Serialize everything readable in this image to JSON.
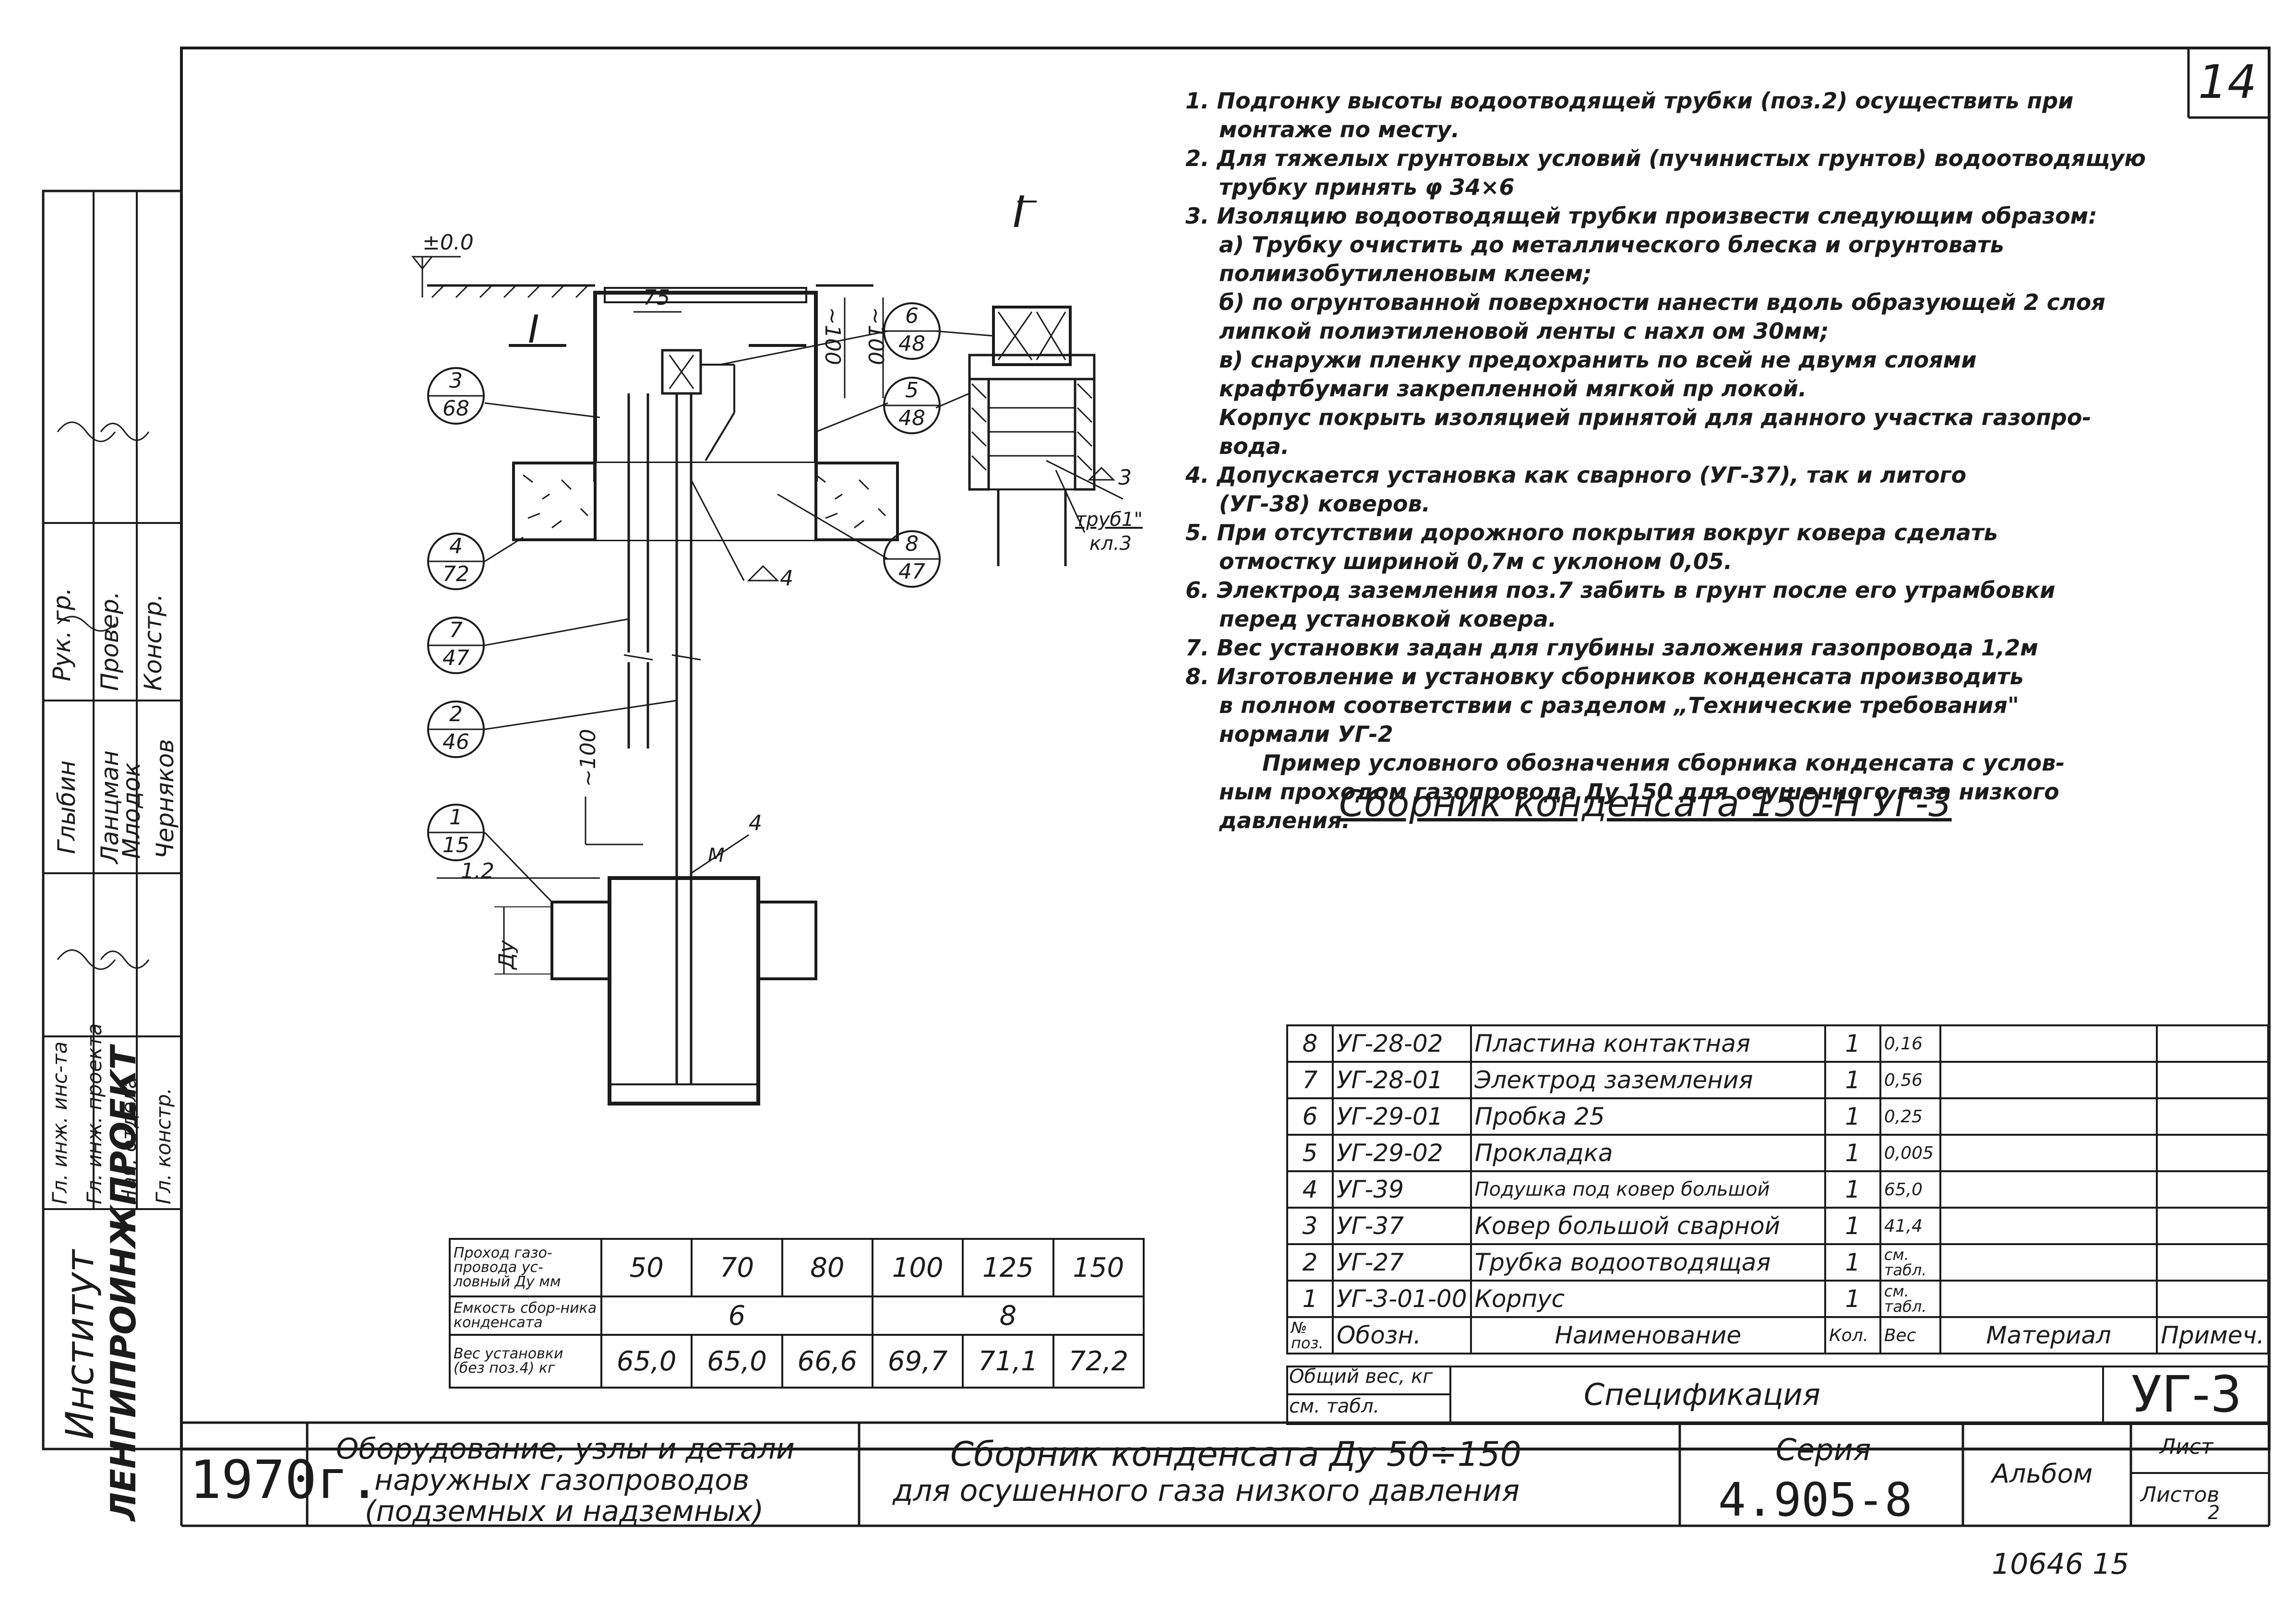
{
  "sheet_number": "14",
  "archive_number": "10646  15",
  "section_mark": "I",
  "cut_label": "I",
  "drawing_labels": {
    "level_top": "±0.0",
    "dim_75": "75",
    "dim_100_a": "~100",
    "dim_100_b": "~100",
    "dim_100_c": "~100",
    "level_gas": "1.2",
    "dn": "Ду",
    "weld_4_a": "4",
    "weld_4_b": "4",
    "weld_3": "3",
    "pipe_note": "труб1\"",
    "pipe_note_2": "кл.3",
    "mark_m": "М"
  },
  "callouts": [
    {
      "num": "3",
      "den": "68"
    },
    {
      "num": "4",
      "den": "72"
    },
    {
      "num": "7",
      "den": "47"
    },
    {
      "num": "2",
      "den": "46"
    },
    {
      "num": "1",
      "den": "15"
    },
    {
      "num": "6",
      "den": "48"
    },
    {
      "num": "5",
      "den": "48"
    },
    {
      "num": "8",
      "den": "47"
    }
  ],
  "notes": [
    "1. Подгонку высоты водоотводящей трубки (поз.2) осуществить при",
    "монтаже по месту.",
    "2. Для тяжелых грунтовых условий (пучинистых грунтов) водоотводящую",
    "трубку принять φ 34×6",
    "3. Изоляцию водоотводящей трубки произвести следующим образом:",
    "а) Трубку очистить до металлического блеска и огрунтовать",
    "полиизобутиленовым клеем;",
    "б) по огрунтованной поверхности нанести вдоль образующей 2 слоя",
    "липкой полиэтиленовой ленты с нахл  ом 30мм;",
    "в) снаружи пленку предохранить по всей    не двумя слоями",
    "крафтбумаги закрепленной мягкой пр  локой.",
    "Корпус покрыть изоляцией принятой для данного участка газопро-",
    "вода.",
    "4. Допускается  установка как сварного (УГ-37), так и литого",
    "(УГ-38) коверов.",
    "5. При отсутствии дорожного покрытия вокруг ковера сделать",
    "отмостку шириной 0,7м с уклоном 0,05.",
    "6. Электрод заземления поз.7 забить в грунт после его утрамбовки",
    "перед установкой ковера.",
    "7. Вес установки задан для глубины заложения газопровода 1,2м",
    "8. Изготовление и установку сборников конденсата производить",
    "в полном соответствии с разделом „Технические требования\"",
    "нормали УГ-2",
    "Пример условного обозначения сборника конденсата с услов-",
    "ным проходом газопровода Ду 150 для осушенного газа низкого",
    "давления."
  ],
  "designation_example": "Сборник конденсата 150-Н УГ-3",
  "capacity_table": {
    "row1_label": "Проход газо-провода ус-ловный Ду мм",
    "row2_label": "Емкость сбор-ника конденсата",
    "row3_label": "Вес установки (без поз.4) кг",
    "diameters": [
      "50",
      "70",
      "80",
      "100",
      "125",
      "150"
    ],
    "capacity": [
      "6",
      "8"
    ],
    "weights": [
      "65,0",
      "65,0",
      "66,6",
      "69,7",
      "71,1",
      "72,2"
    ]
  },
  "spec": {
    "rows": [
      {
        "pos": "8",
        "code": "УГ-28-02",
        "name": "Пластина контактная",
        "qty": "1",
        "weight": "0,16"
      },
      {
        "pos": "7",
        "code": "УГ-28-01",
        "name": "Электрод заземления",
        "qty": "1",
        "weight": "0,56"
      },
      {
        "pos": "6",
        "code": "УГ-29-01",
        "name": "Пробка 25",
        "qty": "1",
        "weight": "0,25"
      },
      {
        "pos": "5",
        "code": "УГ-29-02",
        "name": "Прокладка",
        "qty": "1",
        "weight": "0,005"
      },
      {
        "pos": "4",
        "code": "УГ-39",
        "name": "Подушка под ковер большой",
        "qty": "1",
        "weight": "65,0"
      },
      {
        "pos": "3",
        "code": "УГ-37",
        "name": "Ковер большой сварной",
        "qty": "1",
        "weight": "41,4"
      },
      {
        "pos": "2",
        "code": "УГ-27",
        "name": "Трубка водоотводящая",
        "qty": "1",
        "weight": "см. табл."
      },
      {
        "pos": "1",
        "code": "УГ-3-01-00",
        "name": "Корпус",
        "qty": "1",
        "weight": "см. табл."
      }
    ],
    "header": {
      "pos": "№ поз.",
      "code": "Обозн.",
      "name": "Наименование",
      "qty": "Кол.",
      "weight": "Вес",
      "material": "Материал",
      "note": "Примеч."
    },
    "total_label": "Общий вес, кг",
    "total_value": "см. табл.",
    "title": "Спецификация",
    "code": "УГ-3"
  },
  "title_block": {
    "year": "1970г.",
    "equipment_line1": "Оборудование, узлы и детали",
    "equipment_line2": "наружных газопроводов",
    "equipment_line3": "(подземных и надземных)",
    "title_line1": "Сборник конденсата Ду 50÷150",
    "title_line2": "для осушенного газа низкого давления",
    "series_label": "Серия",
    "series_value": "4.905-8",
    "album_label": "Альбом",
    "sheet_label": "Лист",
    "sheets_label": "Листов",
    "sheets_value": "2"
  },
  "stamp": {
    "institute_label": "Институт",
    "institute_name": "ЛЕНГИПРОИНЖПРОЕКТ",
    "roles": [
      "Гл. инж. инс-та",
      "Гл. инж. проекта",
      "Нач. отдела",
      "Гл. констр.",
      "Рук. гр.",
      "Провер.",
      "Констр."
    ],
    "names": [
      "Глыбин",
      "Ланцман",
      "Млодок",
      "Черняков"
    ]
  }
}
